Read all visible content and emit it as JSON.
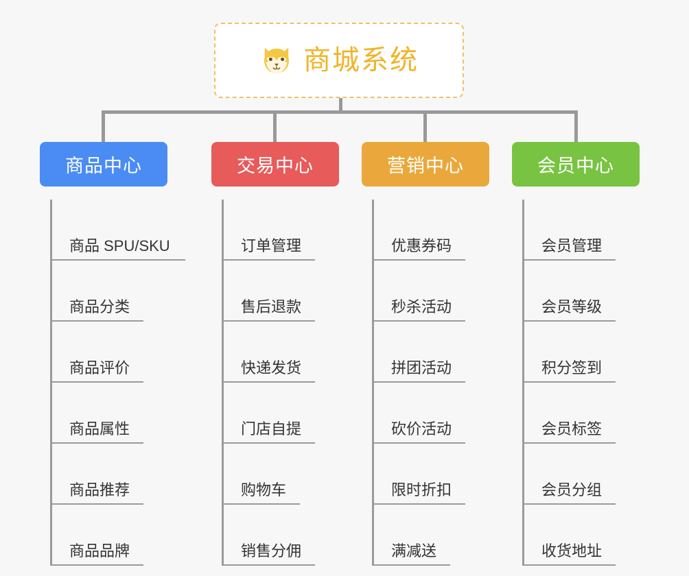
{
  "diagram": {
    "title": "商城系统",
    "type": "org-chart",
    "background_color": "#f7f7f7",
    "connector_color": "#999999"
  },
  "root": {
    "label": "商城系统",
    "icon": "shiba-dog-face-icon",
    "text_color": "#f0b429",
    "border_color": "#f0c068",
    "background_color": "#ffffff"
  },
  "columns": [
    {
      "header": "商品中心",
      "color": "#4a8cf4",
      "items": [
        "商品 SPU/SKU",
        "商品分类",
        "商品评价",
        "商品属性",
        "商品推荐",
        "商品品牌"
      ]
    },
    {
      "header": "交易中心",
      "color": "#e75b5b",
      "items": [
        "订单管理",
        "售后退款",
        "快递发货",
        "门店自提",
        "购物车",
        "销售分佣"
      ]
    },
    {
      "header": "营销中心",
      "color": "#eaa83c",
      "items": [
        "优惠券码",
        "秒杀活动",
        "拼团活动",
        "砍价活动",
        "限时折扣",
        "满减送"
      ]
    },
    {
      "header": "会员中心",
      "color": "#79c342",
      "items": [
        "会员管理",
        "会员等级",
        "积分签到",
        "会员标签",
        "会员分组",
        "收货地址"
      ]
    }
  ]
}
